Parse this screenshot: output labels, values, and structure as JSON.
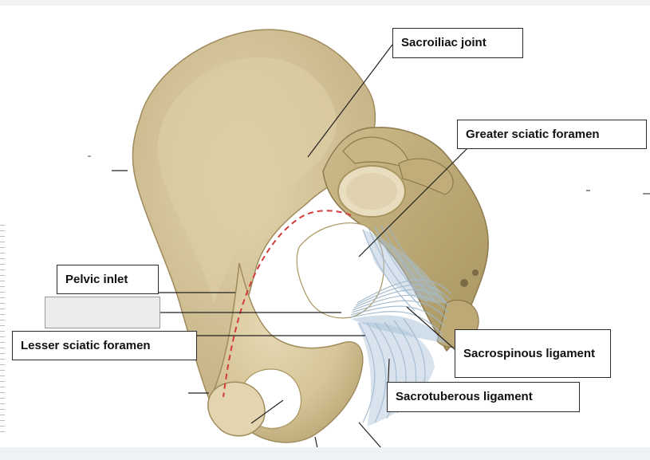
{
  "labels": {
    "sacroiliac_joint": "Sacroiliac joint",
    "greater_sciatic_foramen": "Greater sciatic foramen",
    "pelvic_inlet": "Pelvic inlet",
    "blank_answer": "",
    "lesser_sciatic_foramen": "Lesser sciatic foramen",
    "sacrospinous_ligament": "Sacrospinous ligament",
    "sacrotuberous_ligament": "Sacrotuberous ligament"
  },
  "colors": {
    "bone": "#d8c8a0",
    "bone_shadow": "#b9a677",
    "bone_dark": "#8f7d52",
    "ligament": "#a9c2d8",
    "inlet_dash": "#d43b3b",
    "leader": "#222222"
  }
}
